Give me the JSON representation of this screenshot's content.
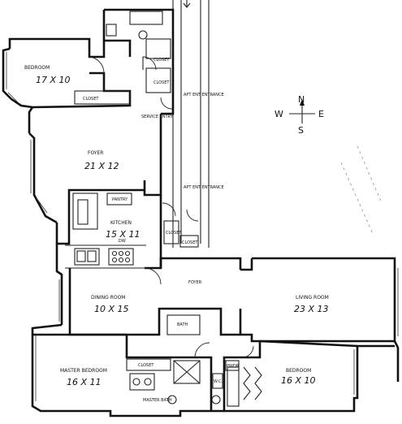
{
  "compass": {
    "north": "N",
    "south": "S",
    "east": "E",
    "west": "W"
  },
  "rooms": [
    {
      "id": "bedroom-nw",
      "name": "BEDROOM",
      "dims": "17 X 10"
    },
    {
      "id": "foyer",
      "name": "FOYER",
      "dims": "21 X 12"
    },
    {
      "id": "kitchen",
      "name": "KITCHEN",
      "dims": "15 X 11"
    },
    {
      "id": "dining",
      "name": "DINING ROOM",
      "dims": "10 X 15"
    },
    {
      "id": "living",
      "name": "LIVING ROOM",
      "dims": "23 X 13"
    },
    {
      "id": "master",
      "name": "MASTER BEDROOM",
      "dims": "16 X 11"
    },
    {
      "id": "bedroom-se",
      "name": "BEDROOM",
      "dims": "16 X 10"
    }
  ],
  "small_labels": {
    "closet_nw": "CLOSET",
    "closet_a": "CLOSET",
    "closet_b": "CLOSET",
    "closet_c": "CLOSET",
    "closet_d": "CLOSET",
    "closet_master": "CLOSET",
    "service_entry": "SERVICE ENTRY",
    "apt_entrance_top": "APT ENT ENTRANCE",
    "apt_entrance_mid": "APT ENT ENTRANCE",
    "pantry": "PANTRY",
    "foyer_small": "FOYER",
    "bath": "BATH",
    "master_bath": "MASTER BATH",
    "wc": "W.C.",
    "pwdr": "PWDR",
    "dw": "DW"
  }
}
